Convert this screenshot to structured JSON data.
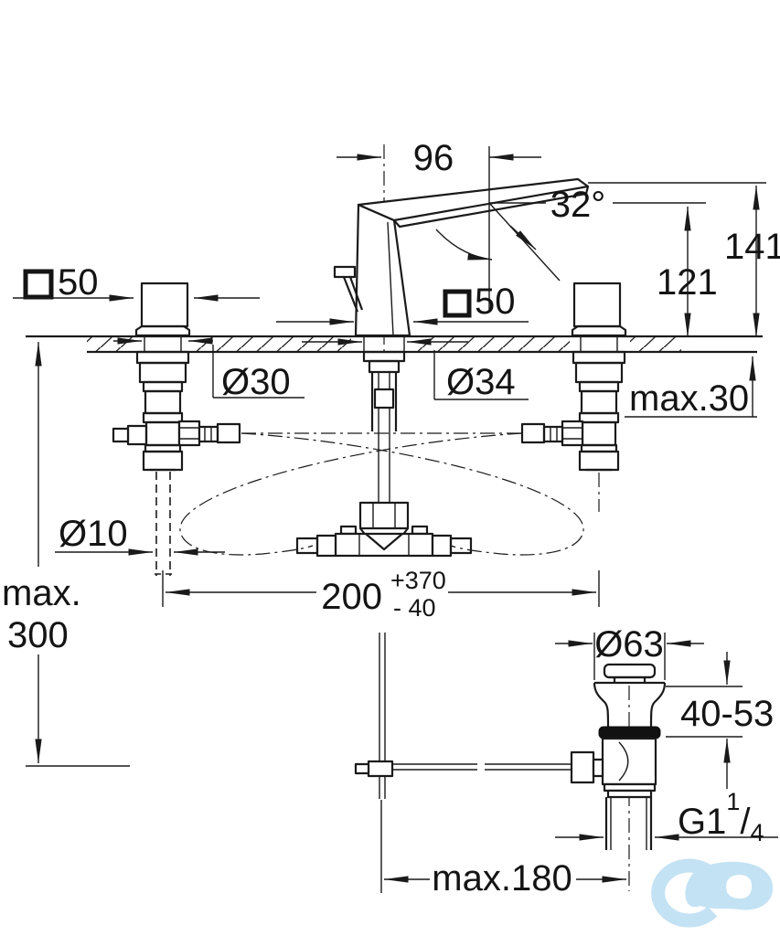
{
  "drawing": {
    "type": "technical installation drawing",
    "subject": "three-hole basin mixer faucet with pop-up waste",
    "colors": {
      "line": "#1a1a1a",
      "background": "#ffffff",
      "logo": "#c3e2f4"
    },
    "dimensions": {
      "spout_projection": "96",
      "lever_angle": "32°",
      "total_height": "141",
      "spout_height": "121",
      "square_left": "50",
      "square_center": "50",
      "valve_hole_diameter": "Ø30",
      "spout_hole_diameter": "Ø34",
      "max_deck_thickness": "max.30",
      "outlet_pipe_diameter": "Ø10",
      "centers_value": "200",
      "centers_tolerance_plus": "+370",
      "centers_tolerance_minus": "- 40",
      "max_drop_line1": "max.",
      "max_drop_line2": "300",
      "waste_flange_diameter": "Ø63",
      "clamping_range": "40-53",
      "thread_prefix": "G1",
      "thread_numerator": "1",
      "thread_slash": "/",
      "thread_denominator": "4",
      "max_rod_reach": "max.180"
    },
    "logo": {
      "name": "store watermark logo",
      "color": "#c3e2f4"
    }
  }
}
